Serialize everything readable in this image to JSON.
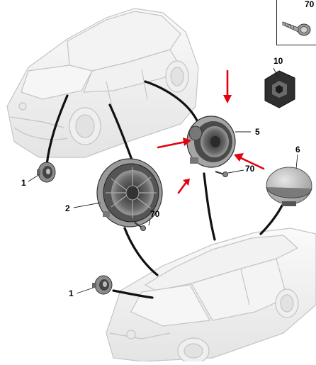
{
  "callouts": {
    "screw_inset": "70",
    "washer": "10",
    "tweeter_mid": "5",
    "dome_tweeter": "6",
    "screw_front_right": "70",
    "door_speaker": "2",
    "screw_door": "70",
    "tweeter_hatch": "1",
    "tweeter_saloon": "1"
  },
  "colors": {
    "car_outline": "#c8c8c8",
    "leader_line": "#111111",
    "part_dark": "#3a3a3a",
    "part_mid": "#8a8a8a",
    "part_light": "#cfcfcf",
    "arrow_red": "#e3000f"
  }
}
